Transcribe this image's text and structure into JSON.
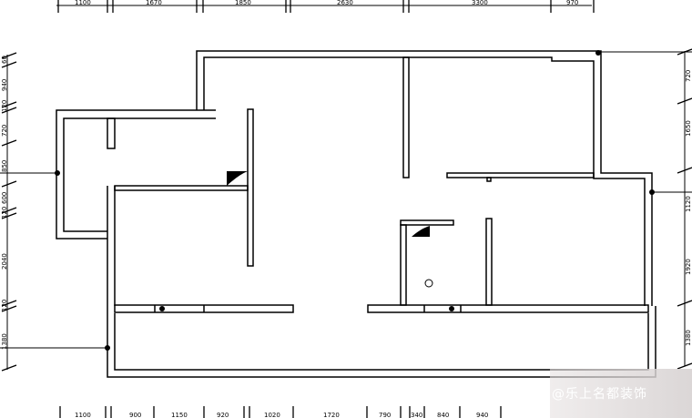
{
  "top_dimensions": [
    "1100",
    "1670",
    "1850",
    "2630",
    "3300",
    "970"
  ],
  "bottom_dimensions": [
    "1100",
    "900",
    "1150",
    "920",
    "1020",
    "1720",
    "790",
    "340",
    "840",
    "940"
  ],
  "left_dimensions": [
    "60",
    "940",
    "120",
    "720",
    "850",
    "600",
    "120",
    "2040",
    "120",
    "1380"
  ],
  "right_dimensions": [
    "720",
    "1650",
    "1120",
    "1920",
    "1380"
  ],
  "watermark": "@乐上名都装饰"
}
